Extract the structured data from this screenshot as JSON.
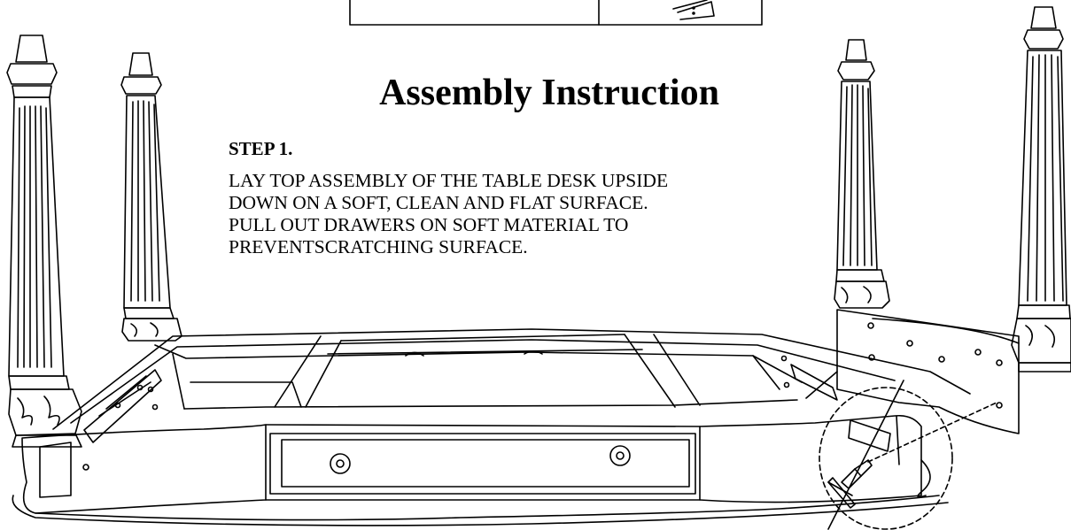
{
  "document": {
    "title": "Assembly Instruction",
    "step": {
      "heading": "STEP 1.",
      "lines": [
        "LAY TOP ASSEMBLY OF THE TABLE DESK UPSIDE",
        "DOWN ON A SOFT, CLEAN AND FLAT SURFACE.",
        "PULL OUT DRAWERS ON SOFT MATERIAL TO",
        "PREVENTSCRATCHING SURFACE."
      ]
    }
  },
  "colors": {
    "ink": "#000000",
    "paper": "#ffffff"
  }
}
